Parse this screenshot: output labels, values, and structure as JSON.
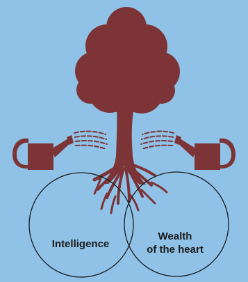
{
  "colors": {
    "background": "#8fc2e6",
    "tree": "#7d3436",
    "outline": "#1a1a1a"
  },
  "icons": {
    "tree": "tree-icon",
    "left_can": "watering-can-icon",
    "right_can": "watering-can-icon"
  },
  "diagram": {
    "left_circle_label": "Intelligence",
    "right_circle_label_line1": "Wealth",
    "right_circle_label_line2": "of the heart"
  }
}
